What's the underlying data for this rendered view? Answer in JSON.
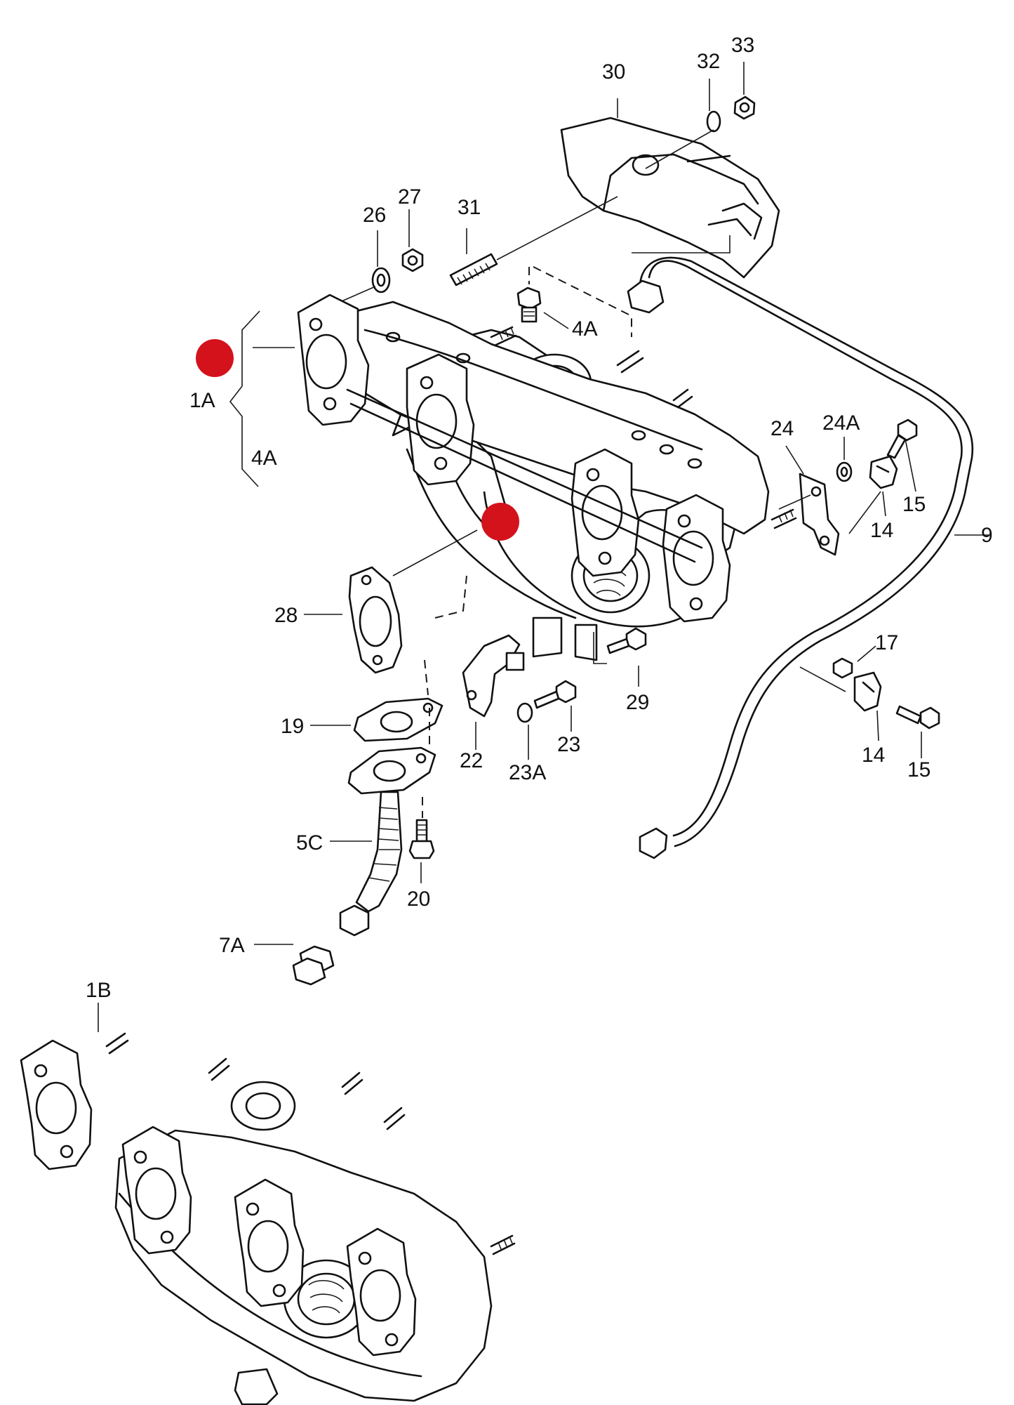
{
  "diagram": {
    "labels": [
      {
        "id": "30",
        "text": "30"
      },
      {
        "id": "32",
        "text": "32"
      },
      {
        "id": "33",
        "text": "33"
      },
      {
        "id": "31",
        "text": "31"
      },
      {
        "id": "26",
        "text": "26"
      },
      {
        "id": "27",
        "text": "27"
      },
      {
        "id": "1A",
        "text": "1A"
      },
      {
        "id": "4A-left",
        "text": "4A"
      },
      {
        "id": "4A-top",
        "text": "4A"
      },
      {
        "id": "24",
        "text": "24"
      },
      {
        "id": "24A",
        "text": "24A"
      },
      {
        "id": "15-top",
        "text": "15"
      },
      {
        "id": "14-top",
        "text": "14"
      },
      {
        "id": "9",
        "text": "9"
      },
      {
        "id": "28",
        "text": "28"
      },
      {
        "id": "17",
        "text": "17"
      },
      {
        "id": "29",
        "text": "29"
      },
      {
        "id": "19",
        "text": "19"
      },
      {
        "id": "22",
        "text": "22"
      },
      {
        "id": "23",
        "text": "23"
      },
      {
        "id": "23A",
        "text": "23A"
      },
      {
        "id": "14-bottom",
        "text": "14"
      },
      {
        "id": "15-bottom",
        "text": "15"
      },
      {
        "id": "5C",
        "text": "5C"
      },
      {
        "id": "20",
        "text": "20"
      },
      {
        "id": "7A",
        "text": "7A"
      },
      {
        "id": "1B",
        "text": "1B"
      }
    ],
    "markers": [
      {
        "id": "marker-1A",
        "color": "#d4121c"
      },
      {
        "id": "marker-turbo",
        "color": "#d4121c"
      }
    ]
  }
}
